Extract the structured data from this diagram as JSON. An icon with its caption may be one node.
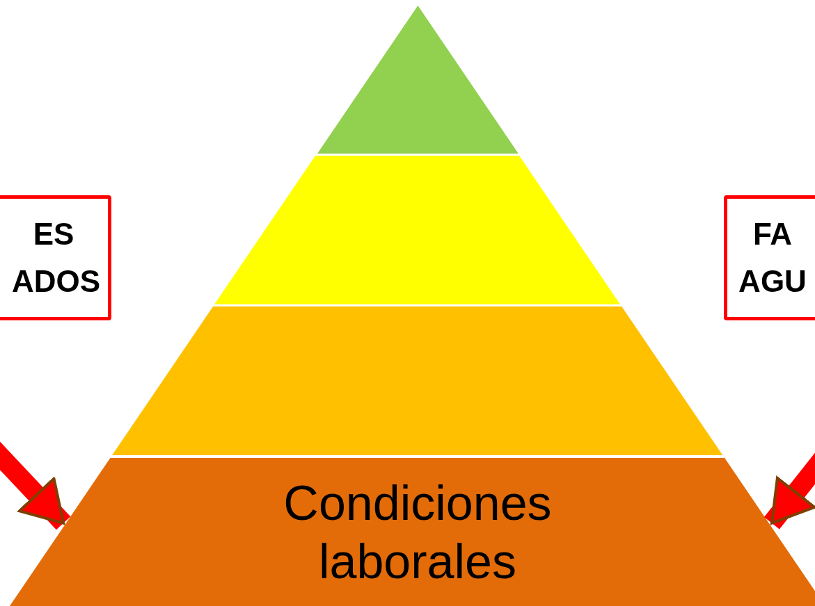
{
  "diagram": {
    "nodes": [
      {
        "text": [],
        "shape": "triangle"
      },
      {
        "text": [],
        "shape": "trapezoid"
      },
      {
        "text": [],
        "shape": "trapezoid"
      },
      {
        "text": [
          "ES ADOS"
        ]
      },
      {
        "text": [
          "FA AGU"
        ]
      },
      {
        "text": [
          "Condiciones laborales"
        ]
      }
    ],
    "edges": [
      {
        "from": null,
        "to": 5,
        "arrow": "to",
        "color": "#ff0000"
      },
      {
        "from": null,
        "to": 5,
        "arrow": "to",
        "color": "#ff0000"
      }
    ]
  }
}
